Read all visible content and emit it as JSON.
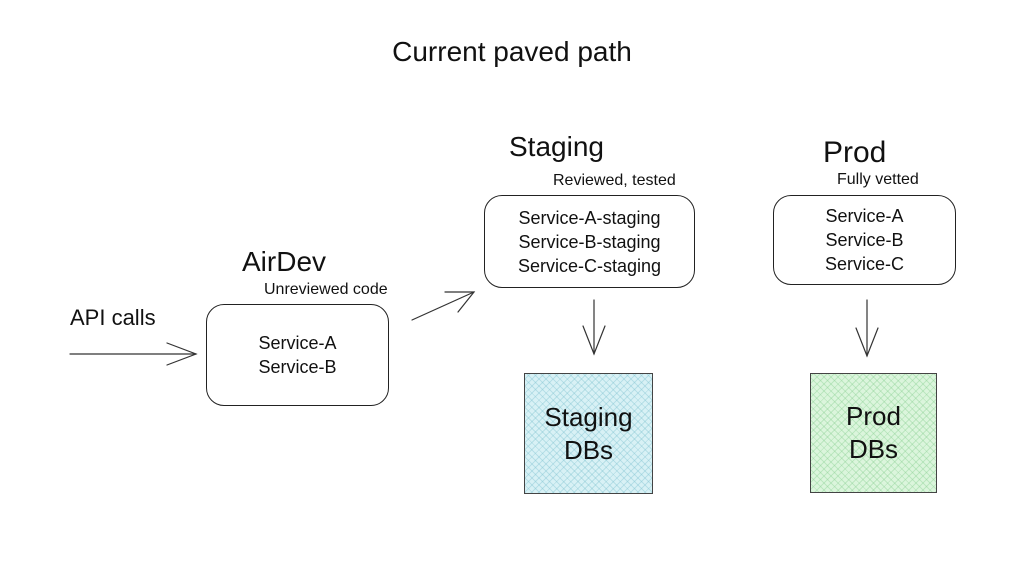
{
  "title": "Current paved path",
  "input": {
    "label": "API calls"
  },
  "airdev": {
    "heading": "AirDev",
    "note": "Unreviewed code",
    "services": [
      "Service-A",
      "Service-B"
    ]
  },
  "staging": {
    "heading": "Staging",
    "note": "Reviewed, tested",
    "services": [
      "Service-A-staging",
      "Service-B-staging",
      "Service-C-staging"
    ],
    "db": [
      "Staging",
      "DBs"
    ],
    "db_color": "#d8f1f5"
  },
  "prod": {
    "heading": "Prod",
    "note": "Fully vetted",
    "services": [
      "Service-A",
      "Service-B",
      "Service-C"
    ],
    "db": [
      "Prod",
      "DBs"
    ],
    "db_color": "#dbf5dc"
  }
}
